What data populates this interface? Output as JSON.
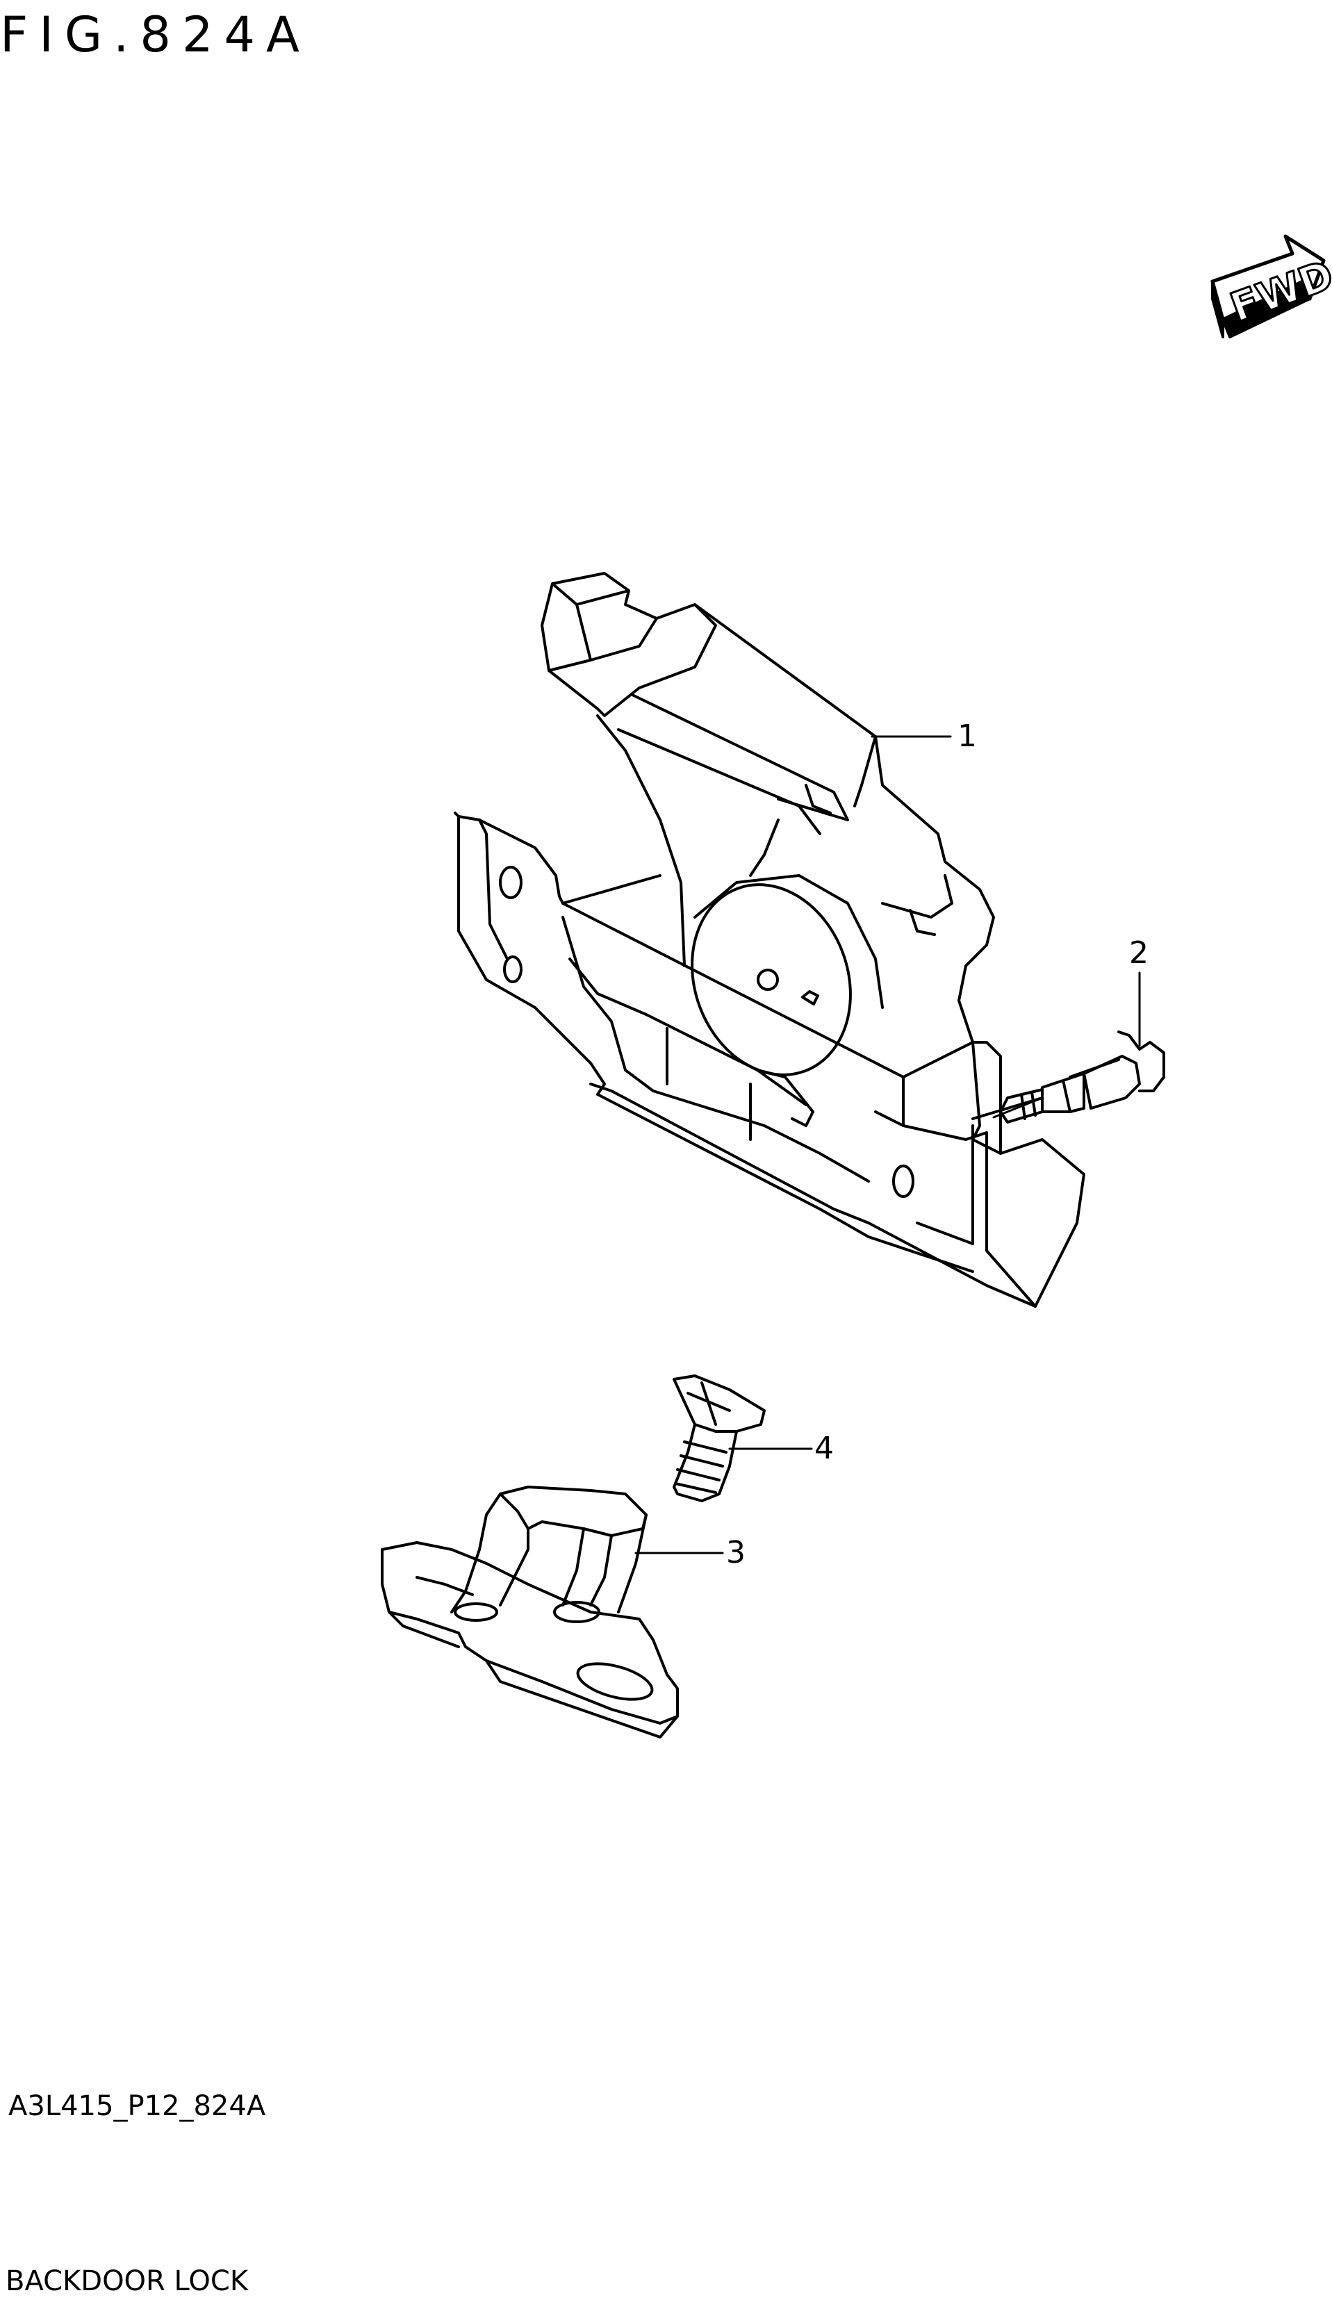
{
  "header": {
    "figure_title": "FIG.824A"
  },
  "badge": {
    "fwd_label": "FWD"
  },
  "callouts": [
    {
      "number": "1"
    },
    {
      "number": "2"
    },
    {
      "number": "3"
    },
    {
      "number": "4"
    }
  ],
  "footer": {
    "code": "A3L415_P12_824A",
    "name": "BACKDOOR LOCK"
  },
  "colors": {
    "line": "#000000",
    "background": "#ffffff"
  }
}
